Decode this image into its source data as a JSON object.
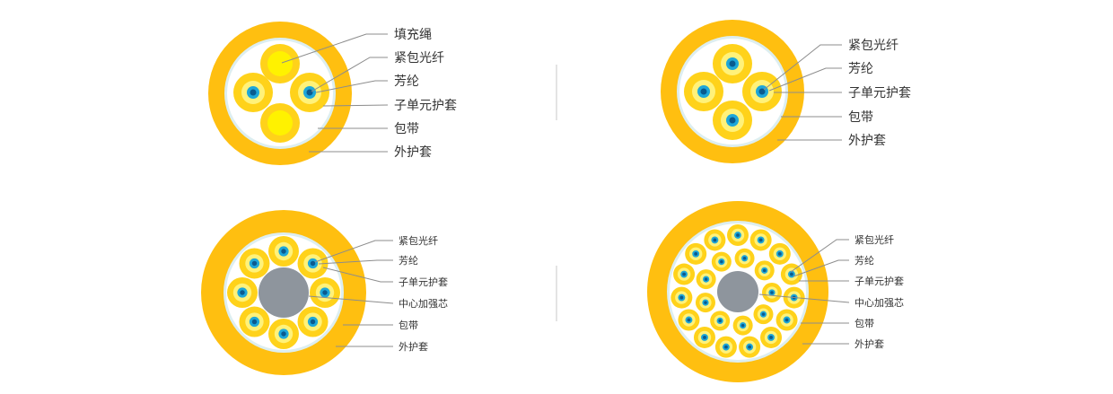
{
  "colors": {
    "jacket": "#ffbf10",
    "binder": "#ddeef0",
    "filler": "#fff200",
    "sub_unit": "#ffd21a",
    "aramid": "#fff27a",
    "fiber_outer": "#1ea7d9",
    "fiber_inner": "#0a5a8f",
    "strength_member": "#8e959d",
    "leader": "#8c8c8c",
    "label": "#333333"
  },
  "cables": [
    {
      "id": "cable-2-unit-2-filler",
      "labels": [
        "填充绳",
        "紧包光纤",
        "芳纶",
        "子单元护套",
        "包带",
        "外护套"
      ]
    },
    {
      "id": "cable-4-unit",
      "labels": [
        "紧包光纤",
        "芳纶",
        "子单元护套",
        "包带",
        "外护套"
      ]
    },
    {
      "id": "cable-8-unit",
      "labels": [
        "紧包光纤",
        "芳纶",
        "子单元护套",
        "中心加强芯",
        "包带",
        "外护套"
      ]
    },
    {
      "id": "cable-24-unit",
      "labels": [
        "紧包光纤",
        "芳纶",
        "子单元护套",
        "中心加强芯",
        "包带",
        "外护套"
      ]
    }
  ]
}
